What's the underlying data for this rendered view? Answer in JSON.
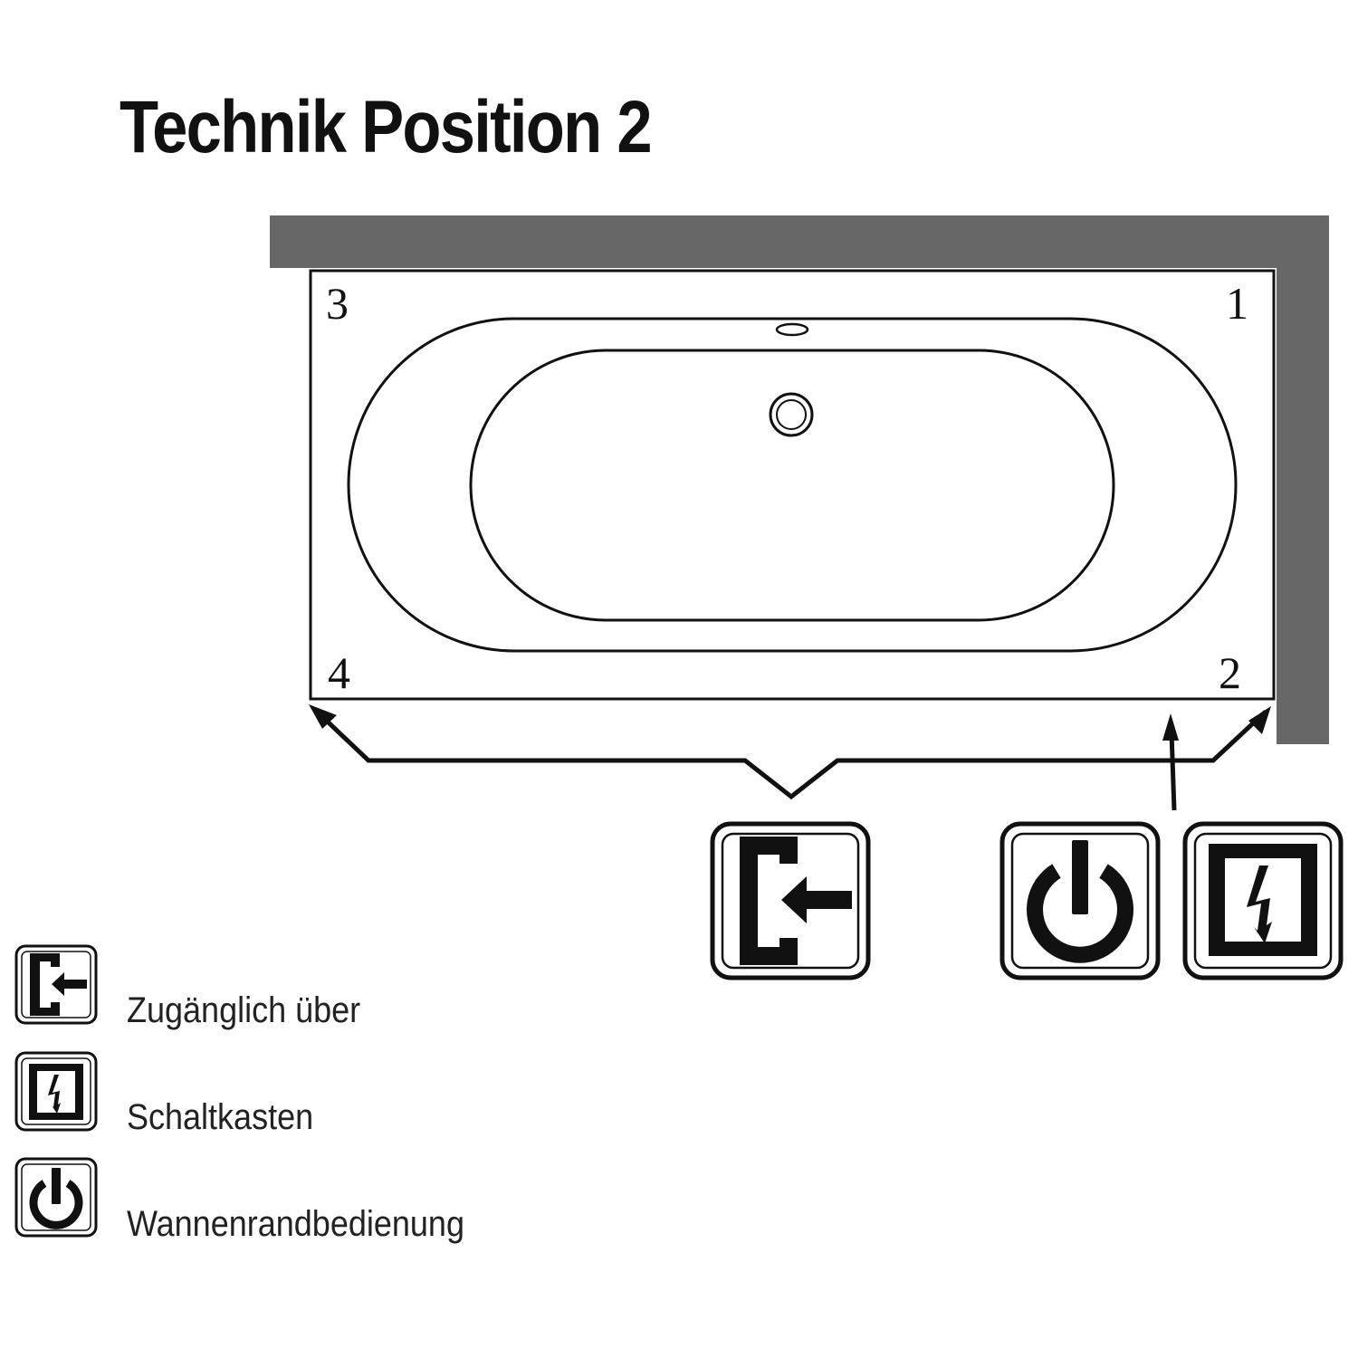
{
  "title": "Technik Position 2",
  "corners": {
    "c1": "1",
    "c2": "2",
    "c3": "3",
    "c4": "4"
  },
  "icons": {
    "access": "access-arrow-icon",
    "switchbox": "lightning-box-icon",
    "control": "power-icon"
  },
  "legend": [
    {
      "icon": "access-arrow-icon",
      "label": "Zugänglich über"
    },
    {
      "icon": "lightning-box-icon",
      "label": "Schaltkasten"
    },
    {
      "icon": "power-icon",
      "label": "Wannenrandbedienung"
    }
  ],
  "colors": {
    "wall": "#676767",
    "line": "#111111"
  }
}
